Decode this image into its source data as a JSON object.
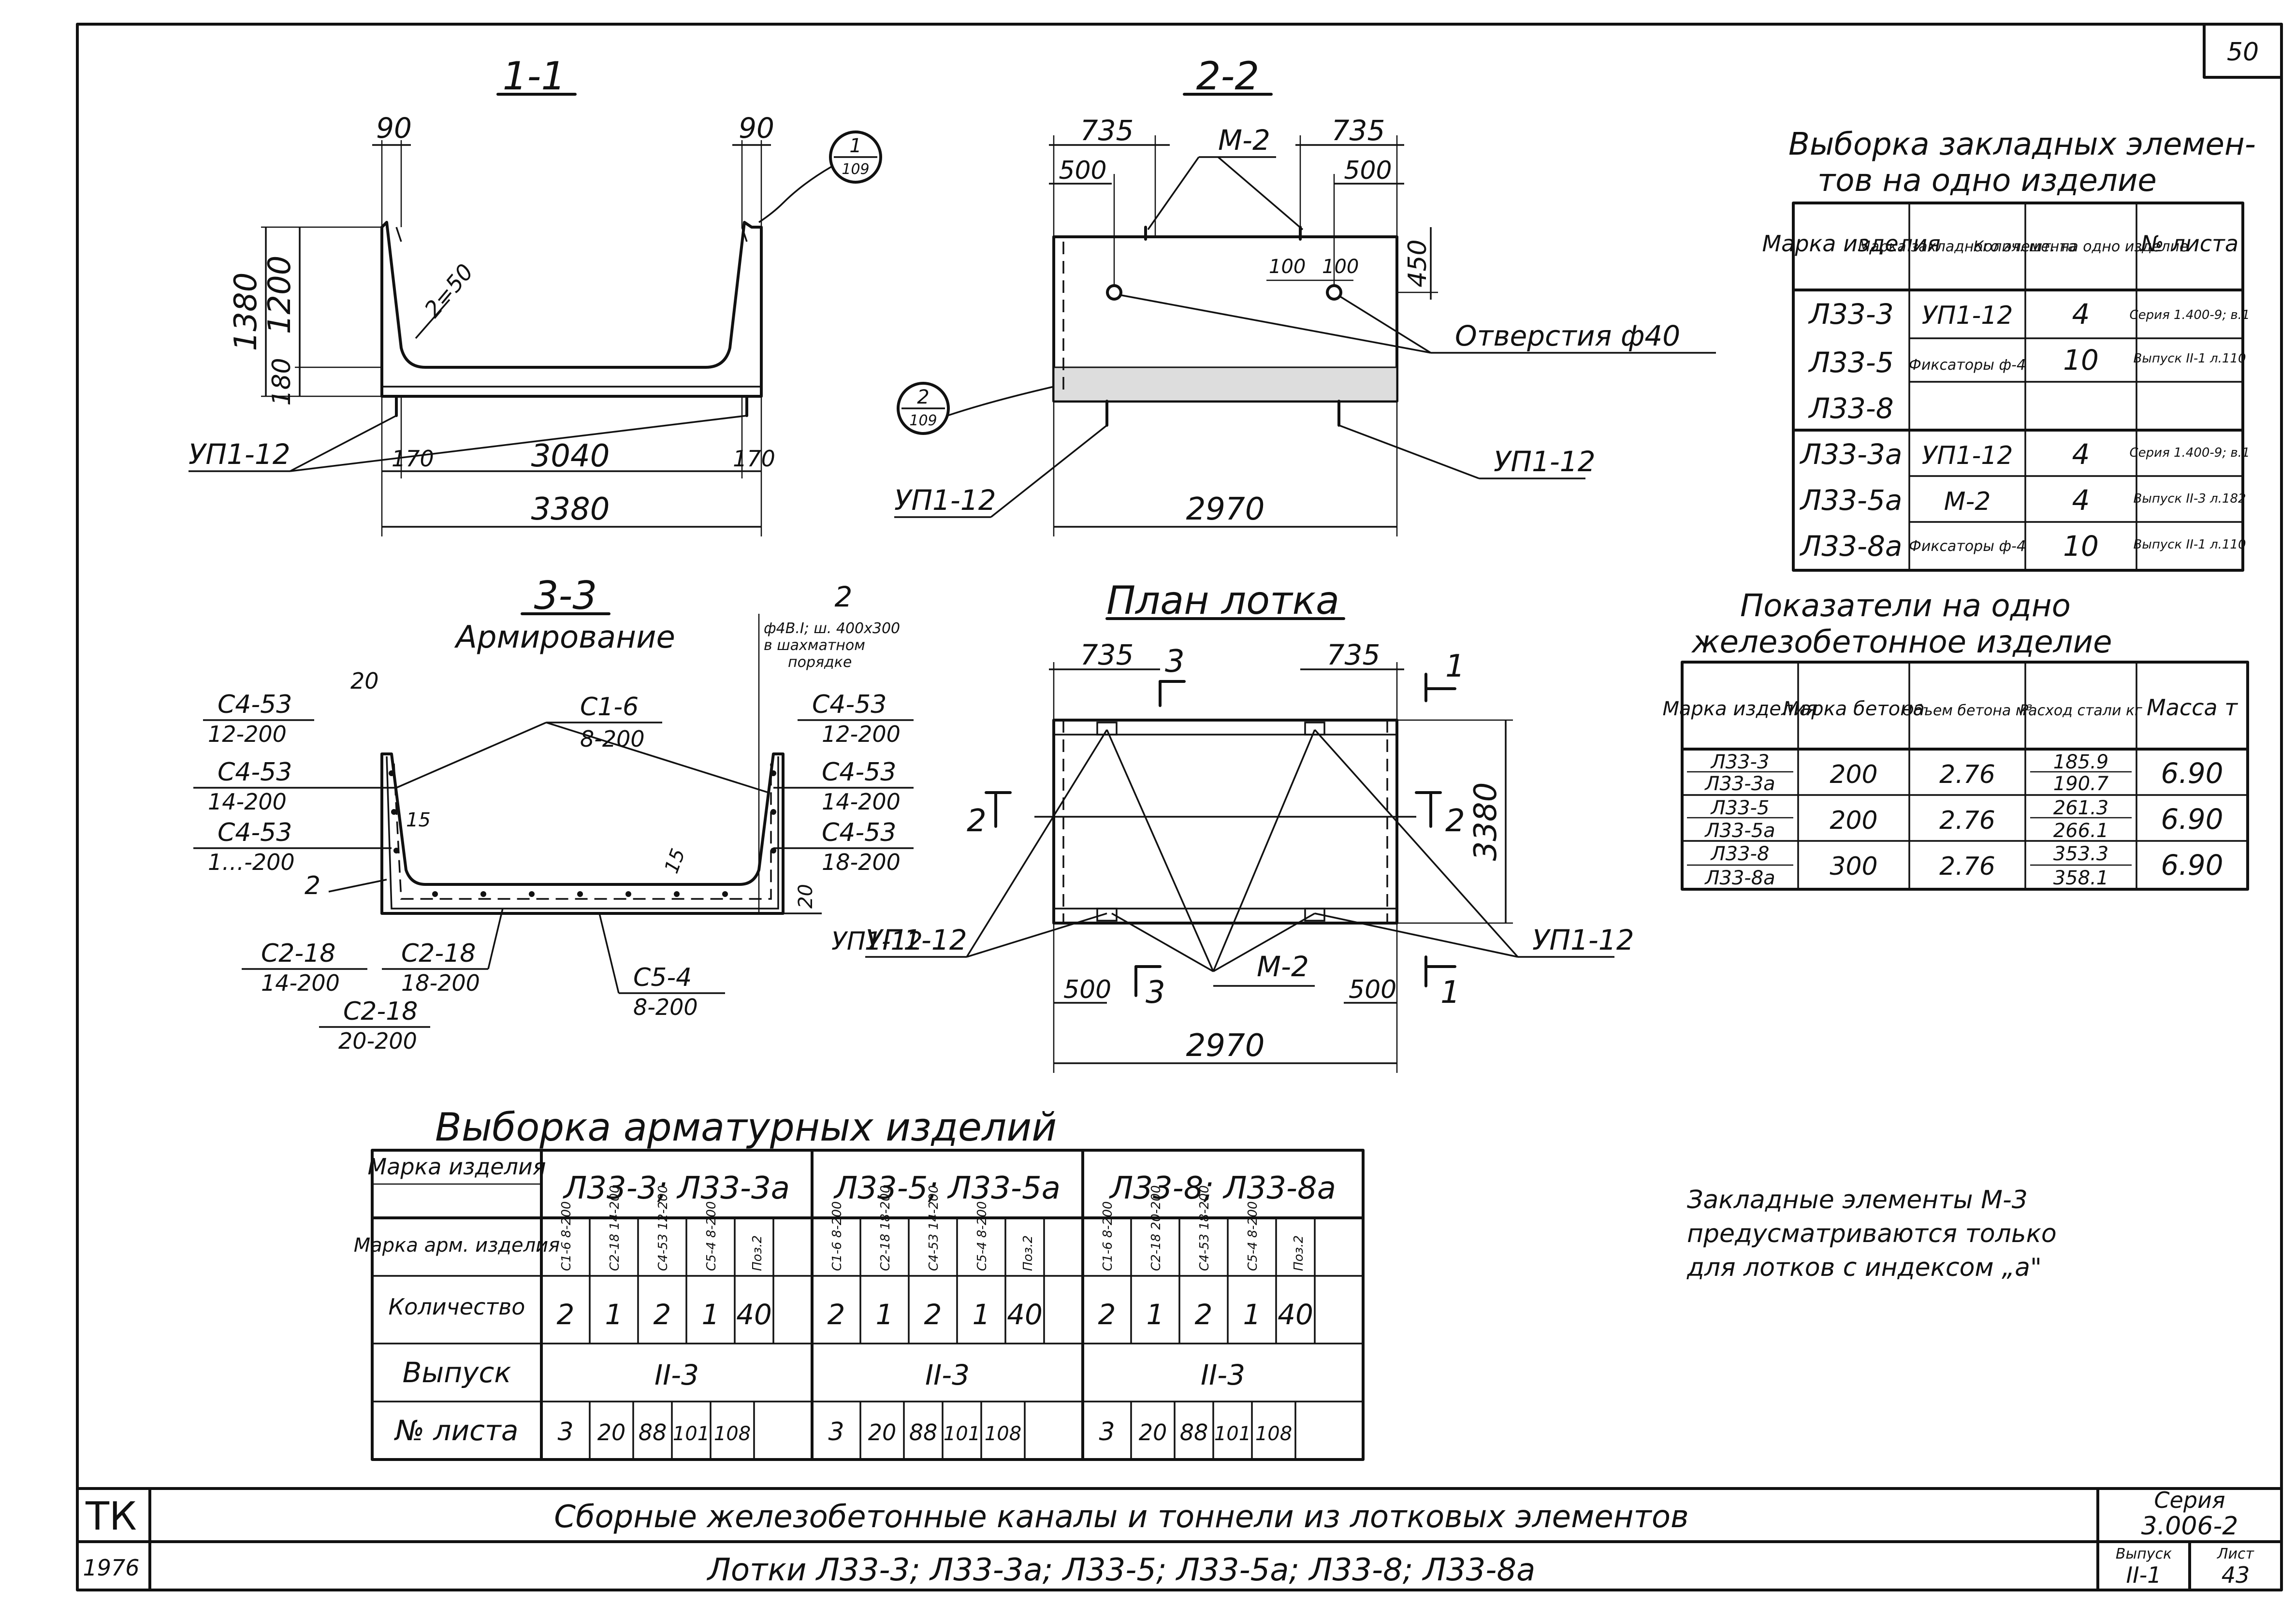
{
  "page_number": "50",
  "sections": {
    "s11": "1-1",
    "s22": "2-2",
    "s33": "3-3",
    "s33_sub": "Армирование",
    "plan": "План лотка"
  },
  "dims": {
    "d90": "90",
    "d1380": "1380",
    "d1200": "1200",
    "d180": "180",
    "r50": "2=50",
    "d170": "170",
    "d3040": "3040",
    "d3380": "3380",
    "d735": "735",
    "d500": "500",
    "d450": "450",
    "d100": "100",
    "d2970": "2970",
    "d20": "20",
    "d15": "15"
  },
  "callouts": {
    "c1_top": "1",
    "c1_bot": "109",
    "c2_top": "2",
    "c2_bot": "109"
  },
  "labels": {
    "m2": "М-2",
    "up112": "УП1-12",
    "holes": "Отверстия ф40",
    "mark2": "2",
    "rebar_note1": "ф4В.І; ш. 400х300",
    "rebar_note2": "в шахматном",
    "rebar_note3": "порядке",
    "c16": "С1-6",
    "c16s": "8-200",
    "c453a": "С4-53",
    "c453as": "12-200",
    "c453b": "С4-53",
    "c453bs": "14-200",
    "c453c": "С4-53",
    "c453cs": "18-200",
    "c453d": "С4-53",
    "c453ds": "12-200",
    "c453e": "С4-53",
    "c453es": "14-200",
    "c453f": "С4-53",
    "c453fs": "1…-200",
    "c218a": "С2-18",
    "c218as": "14-200",
    "c218b": "С2-18",
    "c218bs": "18-200",
    "c218c": "С2-18",
    "c218cs": "20-200",
    "c54": "С5-4",
    "c54s": "8-200",
    "sec3": "3",
    "sec1": "1",
    "sec2": "2"
  },
  "embedded_table": {
    "title1": "Выборка закладных элемен-",
    "title2": "тов на одно изделие",
    "headers": [
      "Марка изделия",
      "Марка закладного элемента",
      "Колич. шт. на одно изделие",
      "№ листа"
    ],
    "rows": [
      [
        "Л33-3",
        "УП1-12",
        "4",
        "Серия 1.400-9; в.1"
      ],
      [
        "Л33-5",
        "Фиксаторы ф-4",
        "10",
        "Выпуск II-1 л.110"
      ],
      [
        "Л33-8",
        "",
        "",
        ""
      ],
      [
        "Л33-3а",
        "УП1-12",
        "4",
        "Серия 1.400-9; в.1"
      ],
      [
        "Л33-5а",
        "М-2",
        "4",
        "Выпуск II-3 л.182"
      ],
      [
        "Л33-8а",
        "Фиксаторы ф-4",
        "10",
        "Выпуск II-1 л.110"
      ]
    ]
  },
  "indicators_table": {
    "title1": "Показатели на одно",
    "title2": "железобетонное изделие",
    "headers": [
      "Марка изделия",
      "Марка бетона",
      "Объем бетона м³",
      "Расход стали кг",
      "Масса т"
    ],
    "rows": [
      [
        "Л33-3",
        "Л33-3а",
        "200",
        "2.76",
        "185.9",
        "190.7",
        "6.90"
      ],
      [
        "Л33-5",
        "Л33-5а",
        "200",
        "2.76",
        "261.3",
        "266.1",
        "6.90"
      ],
      [
        "Л33-8",
        "Л33-8а",
        "300",
        "2.76",
        "353.3",
        "358.1",
        "6.90"
      ]
    ]
  },
  "rebar_table": {
    "title": "Выборка арматурных изделий",
    "col_label_mark": "Марка изделия",
    "col_label_rebar": "Марка арм. изделия",
    "col_label_qty": "Количество",
    "col_label_issue": "Выпуск",
    "col_label_sheet": "№ листа",
    "groups": [
      {
        "name": "Л33-3; Л33-3а",
        "items": [
          "С1-6 8-200",
          "С2-18 14-200",
          "С4-53 12-200",
          "С5-4 8-200",
          "Поз.2"
        ],
        "qty": [
          "2",
          "1",
          "2",
          "1",
          "40"
        ],
        "issue": "II-3",
        "sheets": [
          "3",
          "20",
          "88",
          "101",
          "108"
        ]
      },
      {
        "name": "Л33-5; Л33-5а",
        "items": [
          "С1-6 8-200",
          "С2-18 18-200",
          "С4-53 14-200",
          "С5-4 8-200",
          "Поз.2"
        ],
        "qty": [
          "2",
          "1",
          "2",
          "1",
          "40"
        ],
        "issue": "II-3",
        "sheets": [
          "3",
          "20",
          "88",
          "101",
          "108"
        ]
      },
      {
        "name": "Л33-8; Л33-8а",
        "items": [
          "С1-6 8-200",
          "С2-18 20-200",
          "С4-53 18-200",
          "С5-4 8-200",
          "Поз.2"
        ],
        "qty": [
          "2",
          "1",
          "2",
          "1",
          "40"
        ],
        "issue": "II-3",
        "sheets": [
          "3",
          "20",
          "88",
          "101",
          "108"
        ]
      }
    ]
  },
  "note": {
    "line1": "Закладные элементы М-3",
    "line2": "предусматриваются только",
    "line3": "для лотков с индексом „а\""
  },
  "stamp": {
    "tk": "ТК",
    "year": "1976",
    "title": "Сборные железобетонные каналы и тоннели из лотковых элементов",
    "subtitle": "Лотки Л33-3; Л33-3а; Л33-5; Л33-5а; Л33-8; Л33-8а",
    "series_label": "Серия",
    "series": "3.006-2",
    "issue_label": "Выпуск",
    "issue": "II-1",
    "sheet_label": "Лист",
    "sheet": "43"
  }
}
